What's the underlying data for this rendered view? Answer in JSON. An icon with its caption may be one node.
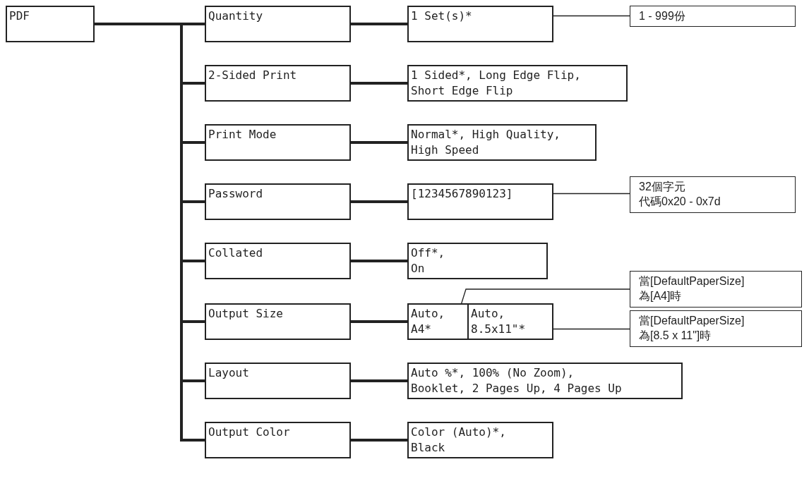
{
  "diagram": {
    "nodes": [
      {
        "text": [
          "PDF"
        ]
      },
      {
        "text": [
          "Quantity"
        ]
      },
      {
        "text": [
          "1 Set(s)*"
        ]
      },
      {
        "text": [
          "1 - 999份"
        ]
      },
      {
        "text": [
          "2-Sided Print"
        ]
      },
      {
        "text": [
          "1 Sided*, Long Edge Flip, Short Edge Flip"
        ]
      },
      {
        "text": [
          "Print Mode"
        ]
      },
      {
        "text": [
          "Normal*, High Quality, High Speed"
        ]
      },
      {
        "text": [
          "Password"
        ]
      },
      {
        "text": [
          "[1234567890123]"
        ]
      },
      {
        "text": [
          "32個字元代碼0x20 - 0x7d"
        ]
      },
      {
        "text": [
          "Collated"
        ]
      },
      {
        "text": [
          "Off*, On"
        ]
      },
      {
        "text": [
          "Output Size"
        ]
      },
      {
        "text": [],
        "shape": "box"
      },
      {
        "text": [
          "Auto, A4*"
        ],
        "in": 14
      },
      {
        "text": [
          "Auto, 8.5x11\"*"
        ],
        "in": 14
      },
      {
        "text": [
          "當[DefaultPaperSize]為[A4]時"
        ]
      },
      {
        "text": [
          "當[DefaultPaperSize]為[8.5 x 11\"]時"
        ]
      },
      {
        "text": [
          "Layout"
        ]
      },
      {
        "text": [
          "Auto %*, 100% (No Zoom), Booklet, 2 Pages Up, 4 Pages Up"
        ]
      },
      {
        "text": [
          "Output Color"
        ]
      },
      {
        "text": [
          "Color (Auto)*, Black"
        ]
      }
    ],
    "edges": [
      {
        "from": 0,
        "to": 1,
        "arrow": "none"
      },
      {
        "from": 0,
        "to": 4,
        "arrow": "none"
      },
      {
        "from": 0,
        "to": 6,
        "arrow": "none"
      },
      {
        "from": 0,
        "to": 8,
        "arrow": "none"
      },
      {
        "from": 0,
        "to": 11,
        "arrow": "none"
      },
      {
        "from": 0,
        "to": 13,
        "arrow": "none"
      },
      {
        "from": 0,
        "to": 19,
        "arrow": "none"
      },
      {
        "from": 0,
        "to": 21,
        "arrow": "none"
      },
      {
        "from": 1,
        "to": 2,
        "arrow": "none"
      },
      {
        "from": 4,
        "to": 5,
        "arrow": "none"
      },
      {
        "from": 6,
        "to": 7,
        "arrow": "none"
      },
      {
        "from": 8,
        "to": 9,
        "arrow": "none"
      },
      {
        "from": 11,
        "to": 12,
        "arrow": "none"
      },
      {
        "from": 13,
        "to": 14,
        "arrow": "none"
      },
      {
        "from": 19,
        "to": 20,
        "arrow": "none"
      },
      {
        "from": 21,
        "to": 22,
        "arrow": "none"
      },
      {
        "from": 2,
        "to": 3,
        "arrow": "none"
      },
      {
        "from": 9,
        "to": 10,
        "arrow": "none"
      },
      {
        "from": 15,
        "to": 17,
        "arrow": "none"
      },
      {
        "from": 16,
        "to": 18,
        "arrow": "none"
      }
    ]
  }
}
